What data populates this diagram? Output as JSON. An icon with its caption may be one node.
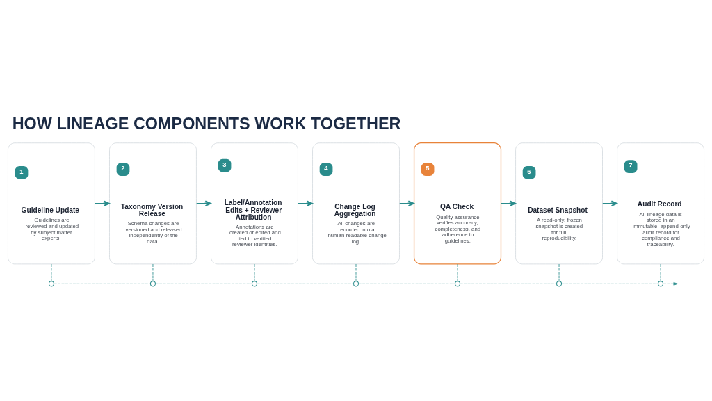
{
  "diagram": {
    "title": "HOW LINEAGE COMPONENTS WORK TOGETHER",
    "nodes": [
      {
        "text": [
          "1",
          "Guideline Update",
          "Guidelines are reviewed and updated by subject matter experts."
        ]
      },
      {
        "text": [
          "2",
          "Taxonomy Version Release",
          "Schema changes are versioned and released independently of the data."
        ]
      },
      {
        "text": [
          "3",
          "Label/Annotation Edits + Reviewer Attribution",
          "Annotations are created or edited and tied to verified reviewer identities."
        ]
      },
      {
        "text": [
          "4",
          "Change Log Aggregation",
          "All changes are recorded into a human-readable change log."
        ]
      },
      {
        "text": [
          "5",
          "QA Check",
          "Quality assurance verifies accuracy, completeness, and adherence to guidelines."
        ]
      },
      {
        "text": [
          "6",
          "Dataset Snapshot",
          "A read-only, frozen snapshot is created for full reproducibility."
        ]
      },
      {
        "text": [
          "7",
          "Audit Record",
          "All lineage data is stored in an immutable, append-only audit record for compliance and traceability."
        ]
      },
      {
        "text": [],
        "shape": "circle"
      },
      {
        "text": [],
        "shape": "circle"
      },
      {
        "text": [],
        "shape": "circle"
      },
      {
        "text": [],
        "shape": "circle"
      },
      {
        "text": [],
        "shape": "circle"
      },
      {
        "text": [],
        "shape": "circle"
      },
      {
        "text": [],
        "shape": "circle"
      }
    ],
    "edges": [
      {
        "from": 0,
        "to": 1,
        "arrow": "to"
      },
      {
        "from": 1,
        "to": 2,
        "arrow": "to"
      },
      {
        "from": 2,
        "to": 3,
        "arrow": "to"
      },
      {
        "from": 3,
        "to": 4,
        "arrow": "to"
      },
      {
        "from": 4,
        "to": 5,
        "arrow": "to"
      },
      {
        "from": 5,
        "to": 6,
        "arrow": "to"
      },
      {
        "from": 0,
        "to": 7,
        "arrow": "none",
        "style": "dashed"
      },
      {
        "from": 1,
        "to": 8,
        "arrow": "none",
        "style": "dashed"
      },
      {
        "from": 2,
        "to": 9,
        "arrow": "none",
        "style": "dashed"
      },
      {
        "from": 3,
        "to": 10,
        "arrow": "none",
        "style": "dashed"
      },
      {
        "from": 4,
        "to": 11,
        "arrow": "none",
        "style": "dashed"
      },
      {
        "from": 5,
        "to": 12,
        "arrow": "none",
        "style": "dashed"
      },
      {
        "from": 6,
        "to": 13,
        "arrow": "none",
        "style": "dashed"
      },
      {
        "from": 7,
        "to": 8,
        "arrow": "none",
        "style": "dashed"
      },
      {
        "from": 8,
        "to": 9,
        "arrow": "none",
        "style": "dashed"
      },
      {
        "from": 9,
        "to": 10,
        "arrow": "none",
        "style": "dashed"
      },
      {
        "from": 10,
        "to": 11,
        "arrow": "none",
        "style": "dashed"
      },
      {
        "from": 11,
        "to": 12,
        "arrow": "none",
        "style": "dashed"
      },
      {
        "from": 12,
        "to": 13,
        "arrow": "none",
        "style": "dashed"
      },
      {
        "from": 13,
        "to": null,
        "arrow": "to",
        "style": "dashed"
      }
    ]
  }
}
